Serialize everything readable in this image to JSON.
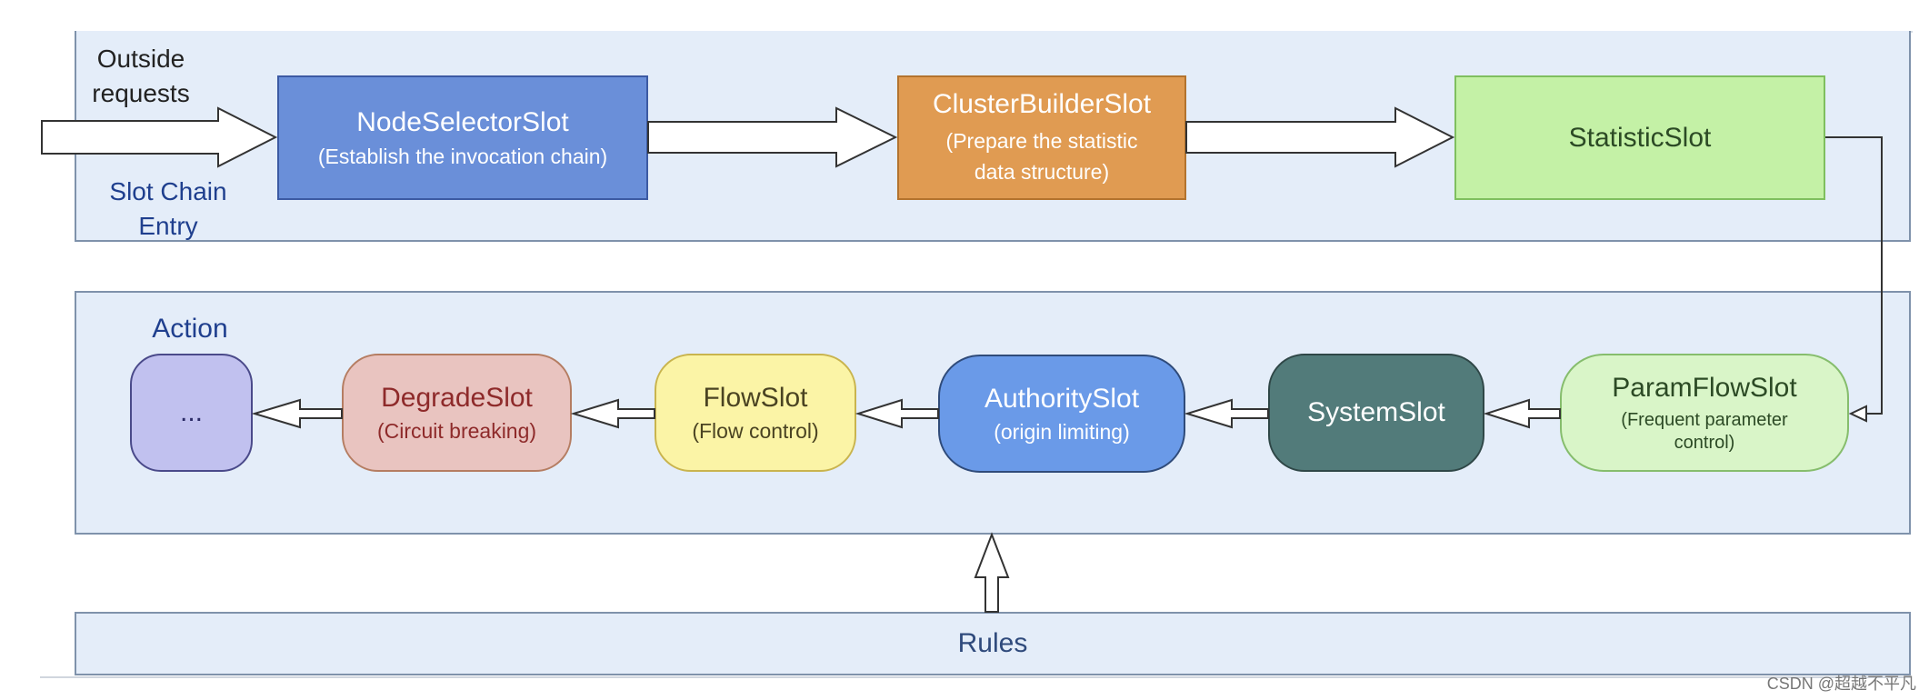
{
  "outside_label": "Outside requests",
  "entry_label": "Slot Chain Entry",
  "action_label": "Action",
  "rules_label": "Rules",
  "watermark": "CSDN @超越不平凡",
  "slots": {
    "node_selector": {
      "name": "NodeSelectorSlot",
      "desc": "(Establish the invocation chain)"
    },
    "cluster_builder": {
      "name": "ClusterBuilderSlot",
      "desc": "(Prepare the statistic data structure)"
    },
    "statistic": {
      "name": "StatisticSlot"
    },
    "param_flow": {
      "name": "ParamFlowSlot",
      "desc": "(Frequent parameter control)"
    },
    "system": {
      "name": "SystemSlot"
    },
    "authority": {
      "name": "AuthoritySlot",
      "desc": "(origin limiting)"
    },
    "flow": {
      "name": "FlowSlot",
      "desc": "(Flow control)"
    },
    "degrade": {
      "name": "DegradeSlot",
      "desc": "(Circuit breaking)"
    },
    "more": {
      "name": "..."
    }
  },
  "colors": {
    "node_selector": "#6a8fd9",
    "cluster_builder": "#e09b52",
    "statistic": "#c4f1a6",
    "param_flow": "#d9f5c8",
    "system": "#527b7a",
    "authority": "#6a9ae8",
    "flow": "#fbf4a6",
    "degrade": "#e9c4c0",
    "more": "#c1c1ef",
    "panel": "#e4edf9"
  }
}
